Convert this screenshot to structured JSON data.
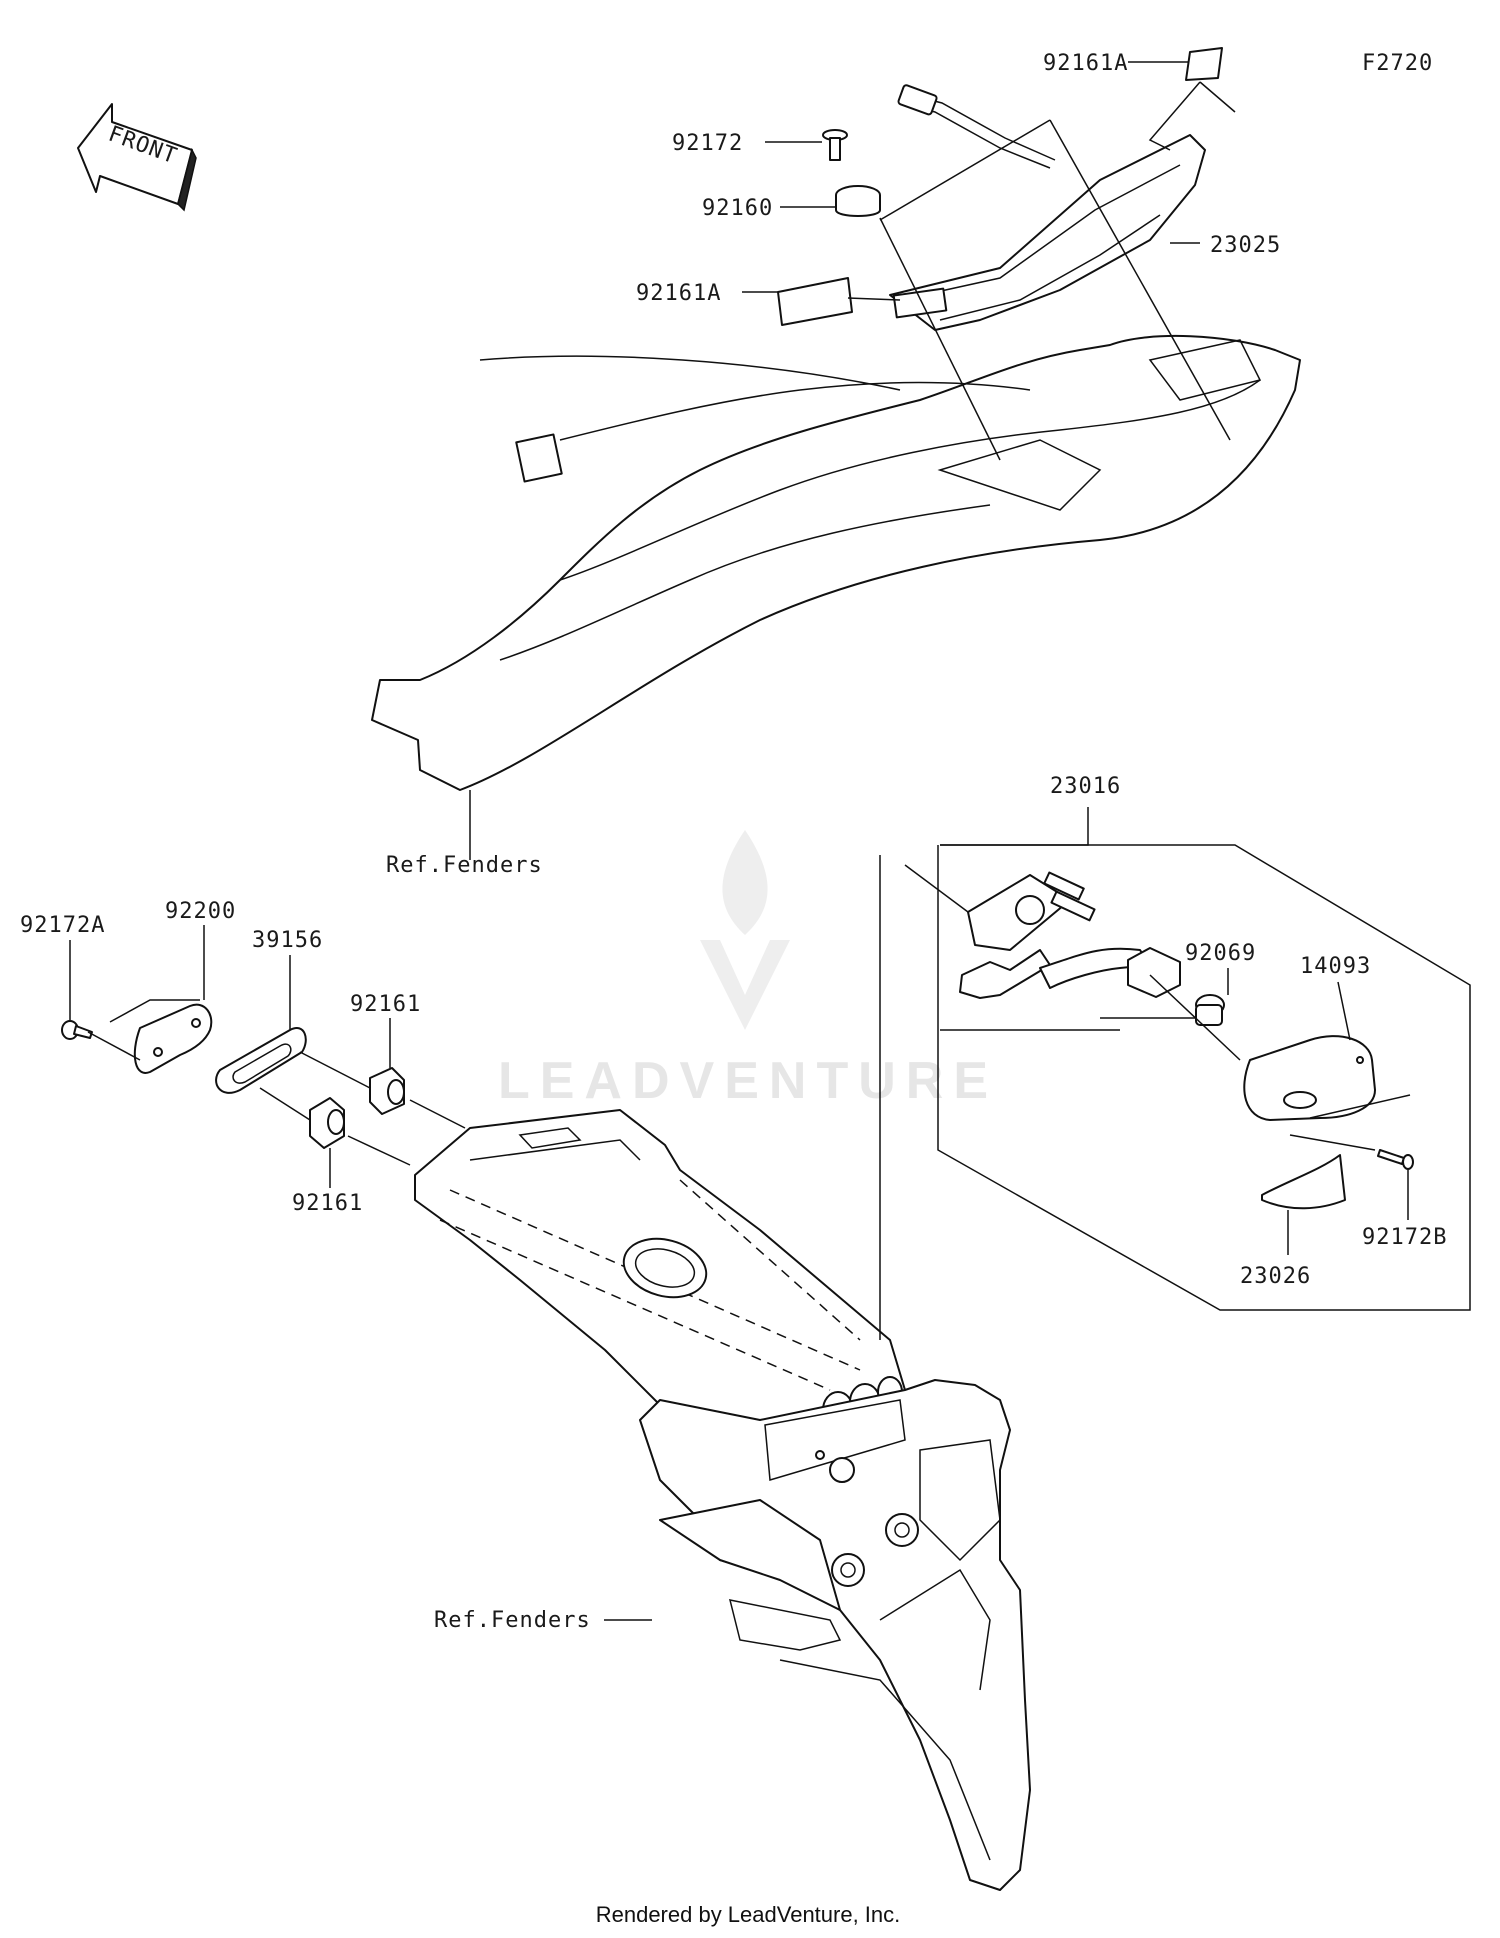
{
  "figure_code": "F2720",
  "front_arrow": {
    "text": "FRONT",
    "icon": "front-arrow-icon"
  },
  "labels": {
    "p92161A_top": "92161A",
    "p92172": "92172",
    "p92160": "92160",
    "p92161A_mid": "92161A",
    "p23025": "23025",
    "ref_fenders_upper": "Ref.Fenders",
    "p23016": "23016",
    "p92172A": "92172A",
    "p92200": "92200",
    "p39156": "39156",
    "p92161_upper": "92161",
    "p92161_lower": "92161",
    "p92069": "92069",
    "p14093": "14093",
    "p92172B": "92172B",
    "p23026": "23026",
    "ref_fenders_lower": "Ref.Fenders"
  },
  "watermark": "LEADVENTURE",
  "footer": "Rendered by LeadVenture, Inc."
}
